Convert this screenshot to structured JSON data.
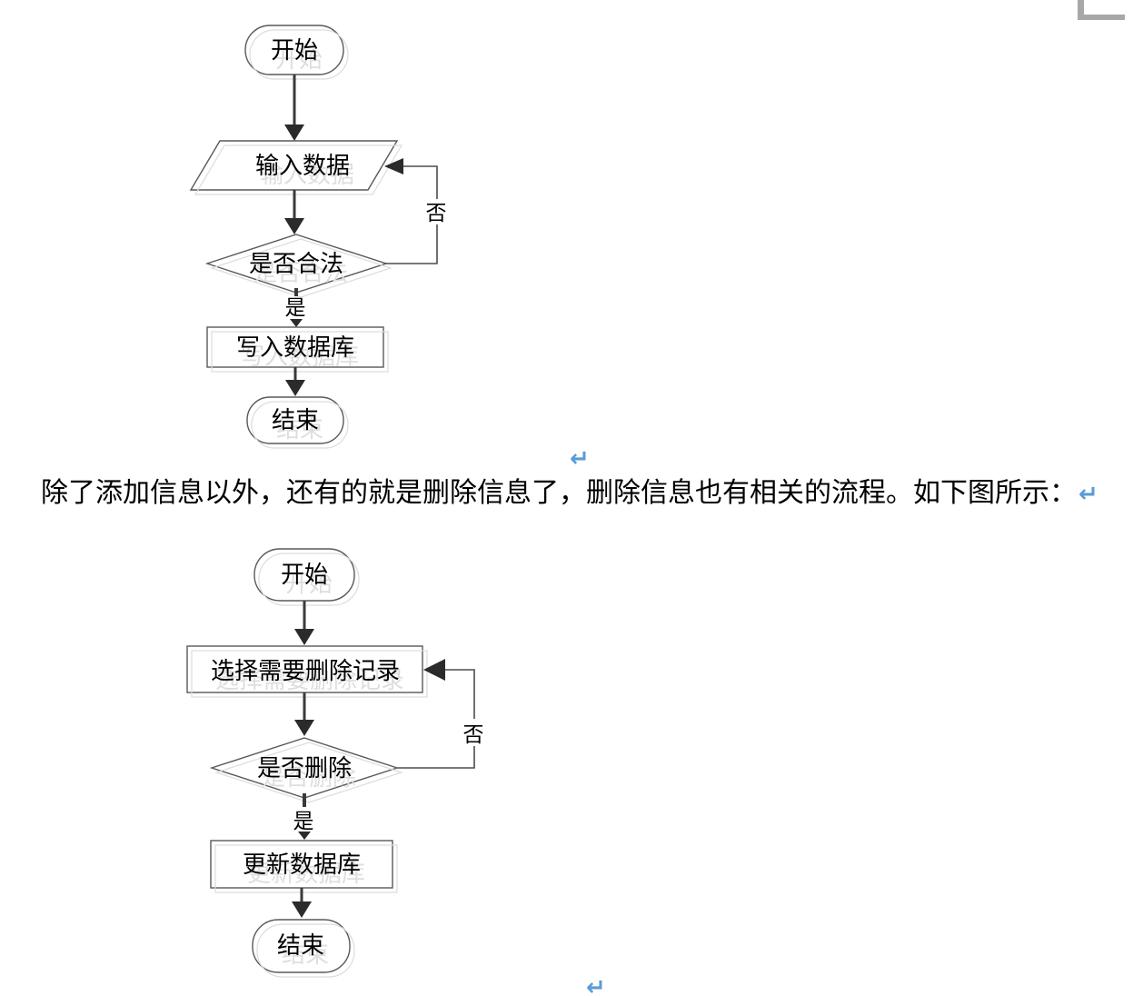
{
  "document": {
    "body_paragraph": {
      "text": "除了添加信息以外，还有的就是删除信息了，删除信息也有相关的流程。如下图所示：",
      "pilcrow": "↵"
    },
    "pilcrow_after_first_flowchart": "↵",
    "pilcrow_after_second_flowchart": "↵"
  },
  "flowchart_add": {
    "start": "开始",
    "input_data": "输入数据",
    "decision": "是否合法",
    "yes_label": "是",
    "no_label": "否",
    "write_db": "写入数据库",
    "end": "结束"
  },
  "flowchart_delete": {
    "start": "开始",
    "select_record": "选择需要删除记录",
    "decision": "是否删除",
    "yes_label": "是",
    "no_label": "否",
    "update_db": "更新数据库",
    "end": "结束"
  },
  "colors": {
    "shape_border": "#595959",
    "connector_dark": "#3a3a3a",
    "shadow_gray": "#dcdcdc",
    "pilcrow_blue": "#5b9bd5",
    "margin_mark_gray": "#a8a8a8",
    "text_black": "#000000",
    "background": "#ffffff"
  }
}
